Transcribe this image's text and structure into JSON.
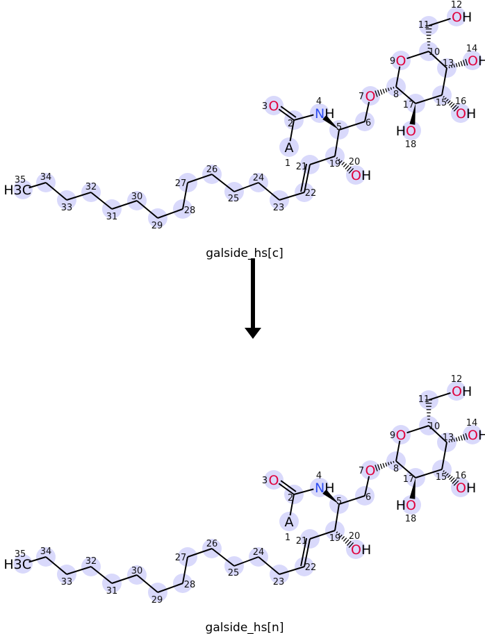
{
  "colors": {
    "oxygen": "#e0003c",
    "nitrogen": "#2d4df0",
    "carbon": "#000000",
    "highlight": "#d9d9fb"
  },
  "reaction": {
    "arrow": "down-arrow-icon"
  },
  "molecules": [
    {
      "caption": "galside_hs[c]",
      "atoms": [
        {
          "index": "1",
          "symbol": "A"
        },
        {
          "index": "2",
          "symbol": ""
        },
        {
          "index": "3",
          "symbol": "O"
        },
        {
          "index": "4",
          "symbol": "NH"
        },
        {
          "index": "5",
          "symbol": ""
        },
        {
          "index": "6",
          "symbol": ""
        },
        {
          "index": "7",
          "symbol": "O"
        },
        {
          "index": "8",
          "symbol": ""
        },
        {
          "index": "9",
          "symbol": "O"
        },
        {
          "index": "10",
          "symbol": ""
        },
        {
          "index": "11",
          "symbol": ""
        },
        {
          "index": "12",
          "symbol": "OH"
        },
        {
          "index": "13",
          "symbol": ""
        },
        {
          "index": "14",
          "symbol": "OH"
        },
        {
          "index": "15",
          "symbol": ""
        },
        {
          "index": "16",
          "symbol": "OH"
        },
        {
          "index": "17",
          "symbol": ""
        },
        {
          "index": "18",
          "symbol": "HO"
        },
        {
          "index": "19",
          "symbol": ""
        },
        {
          "index": "20",
          "symbol": "OH"
        },
        {
          "index": "21",
          "symbol": ""
        },
        {
          "index": "22",
          "symbol": ""
        },
        {
          "index": "23",
          "symbol": ""
        },
        {
          "index": "24",
          "symbol": ""
        },
        {
          "index": "25",
          "symbol": ""
        },
        {
          "index": "26",
          "symbol": ""
        },
        {
          "index": "27",
          "symbol": ""
        },
        {
          "index": "28",
          "symbol": ""
        },
        {
          "index": "29",
          "symbol": ""
        },
        {
          "index": "30",
          "symbol": ""
        },
        {
          "index": "31",
          "symbol": ""
        },
        {
          "index": "32",
          "symbol": ""
        },
        {
          "index": "33",
          "symbol": ""
        },
        {
          "index": "34",
          "symbol": ""
        },
        {
          "index": "35",
          "symbol": "H3C"
        }
      ]
    },
    {
      "caption": "galside_hs[n]",
      "atoms": [
        {
          "index": "1",
          "symbol": "A"
        },
        {
          "index": "2",
          "symbol": ""
        },
        {
          "index": "3",
          "symbol": "O"
        },
        {
          "index": "4",
          "symbol": "NH"
        },
        {
          "index": "5",
          "symbol": ""
        },
        {
          "index": "6",
          "symbol": ""
        },
        {
          "index": "7",
          "symbol": "O"
        },
        {
          "index": "8",
          "symbol": ""
        },
        {
          "index": "9",
          "symbol": "O"
        },
        {
          "index": "10",
          "symbol": ""
        },
        {
          "index": "11",
          "symbol": ""
        },
        {
          "index": "12",
          "symbol": "OH"
        },
        {
          "index": "13",
          "symbol": ""
        },
        {
          "index": "14",
          "symbol": "OH"
        },
        {
          "index": "15",
          "symbol": ""
        },
        {
          "index": "16",
          "symbol": "OH"
        },
        {
          "index": "17",
          "symbol": ""
        },
        {
          "index": "18",
          "symbol": "HO"
        },
        {
          "index": "19",
          "symbol": ""
        },
        {
          "index": "20",
          "symbol": "OH"
        },
        {
          "index": "21",
          "symbol": ""
        },
        {
          "index": "22",
          "symbol": ""
        },
        {
          "index": "23",
          "symbol": ""
        },
        {
          "index": "24",
          "symbol": ""
        },
        {
          "index": "25",
          "symbol": ""
        },
        {
          "index": "26",
          "symbol": ""
        },
        {
          "index": "27",
          "symbol": ""
        },
        {
          "index": "28",
          "symbol": ""
        },
        {
          "index": "29",
          "symbol": ""
        },
        {
          "index": "30",
          "symbol": ""
        },
        {
          "index": "31",
          "symbol": ""
        },
        {
          "index": "32",
          "symbol": ""
        },
        {
          "index": "33",
          "symbol": ""
        },
        {
          "index": "34",
          "symbol": ""
        },
        {
          "index": "35",
          "symbol": "H3C"
        }
      ]
    }
  ]
}
